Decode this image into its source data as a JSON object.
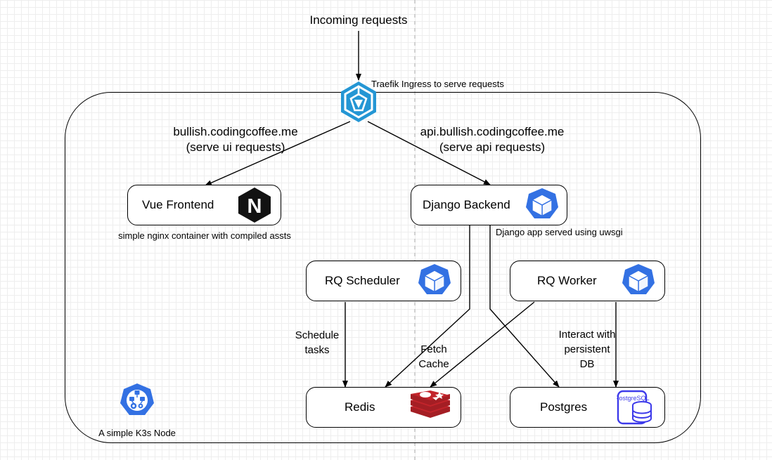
{
  "diagram": {
    "title_text": "Incoming requests",
    "ingress_note": "Traefik Ingress to serve requests",
    "ui_route": "bullish.codingcoffee.me\n(serve ui requests)",
    "api_route": "api.bullish.codingcoffee.me\n(serve api requests)",
    "frontend_note": "simple nginx container with compiled assts",
    "backend_note": "Django app served using uwsgi",
    "k3s_label": "A simple K3s Node",
    "k3s_icon": "kubernetes-icon",
    "traefik_icon": "traefik-icon"
  },
  "nodes": [
    {
      "id": "vue-frontend",
      "label": "Vue Frontend",
      "icon": "nginx-icon"
    },
    {
      "id": "django-backend",
      "label": "Django Backend",
      "icon": "kubernetes-pod-icon"
    },
    {
      "id": "rq-scheduler",
      "label": "RQ Scheduler",
      "icon": "kubernetes-pod-icon"
    },
    {
      "id": "rq-worker",
      "label": "RQ Worker",
      "icon": "kubernetes-pod-icon"
    },
    {
      "id": "redis",
      "label": "Redis",
      "icon": "redis-icon"
    },
    {
      "id": "postgres",
      "label": "Postgres",
      "icon": "postgresql-icon"
    }
  ],
  "edge_labels": {
    "schedule_tasks": "Schedule\ntasks",
    "fetch_cache": "Fetch\nCache",
    "persistent_db": "Interact with\npersistent\nDB"
  },
  "icon_text": {
    "nginx_letter": "N",
    "postgres_wordmark": "PostgreSQL"
  },
  "colors": {
    "traefik_blue": "#2496d4",
    "traefik_blue_dark": "#1a7fb8",
    "kubernetes_blue": "#3371e3",
    "nginx_black": "#121212",
    "redis_red": "#c3242b",
    "redis_red_dark": "#a41e24",
    "postgres_blue": "#3d3aea",
    "stroke": "#000000",
    "grid": "#e0e0e0"
  }
}
